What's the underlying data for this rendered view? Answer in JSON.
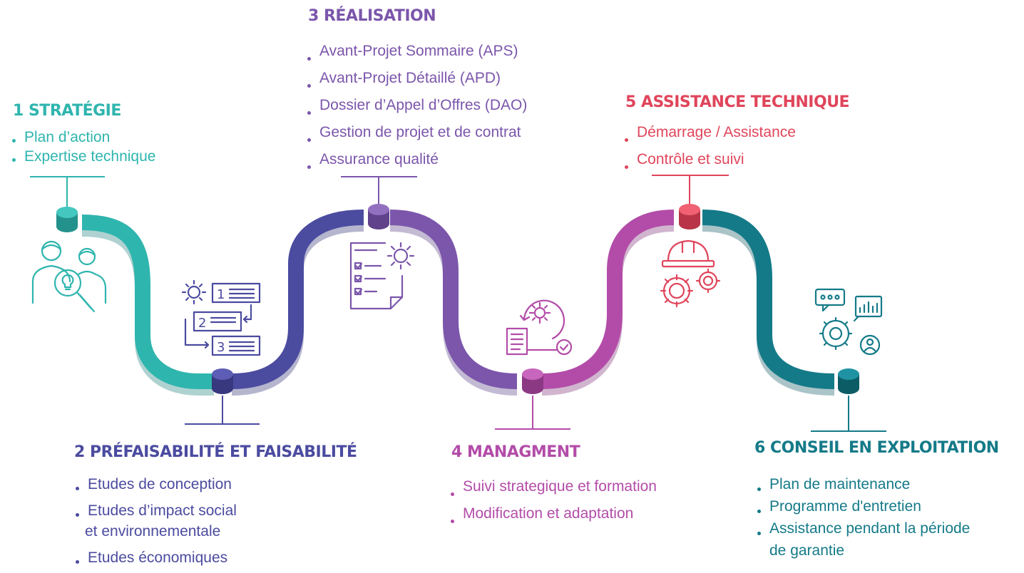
{
  "colors": {
    "step1": "#2eb5ae",
    "step2": "#4b4ba0",
    "step3": "#7b56ab",
    "step4": "#b34ca8",
    "step5": "#e0455b",
    "step6": "#147a88"
  },
  "steps": [
    {
      "number": "1",
      "title": "1 STRATÉGIE",
      "items": [
        "Plan d’action",
        "Expertise technique"
      ],
      "icon": "team-lightbulb-search-icon"
    },
    {
      "number": "2",
      "title": "2 PRÉFAISABILITÉ ET FAISABILITÉ",
      "items": [
        "Etudes de conception",
        "Etudes d’impact social",
        "et environnementale",
        "Etudes économiques"
      ],
      "icon": "numbered-process-gear-icon"
    },
    {
      "number": "3",
      "title": "3 RÉALISATION",
      "items": [
        "Avant-Projet Sommaire (APS)",
        "Avant-Projet Détaillé (APD)",
        "Dossier d’Appel d’Offres (DAO)",
        "Gestion de projet et de contrat",
        "Assurance qualité"
      ],
      "icon": "checklist-gear-icon"
    },
    {
      "number": "4",
      "title": "4 MANAGMENT",
      "items": [
        "Suivi strategique et formation",
        "Modification et adaptation"
      ],
      "icon": "document-cycle-gear-icon"
    },
    {
      "number": "5",
      "title": "5 ASSISTANCE TECHNIQUE",
      "items": [
        "Démarrage / Assistance",
        "Contrôle et suivi"
      ],
      "icon": "hardhat-gears-icon"
    },
    {
      "number": "6",
      "title": "6 CONSEIL EN EXPLOITATION",
      "items": [
        "Plan de maintenance",
        "Programme d'entretien",
        "Assistance pendant la période",
        "de garantie"
      ],
      "icon": "chat-chart-gear-user-icon"
    }
  ]
}
